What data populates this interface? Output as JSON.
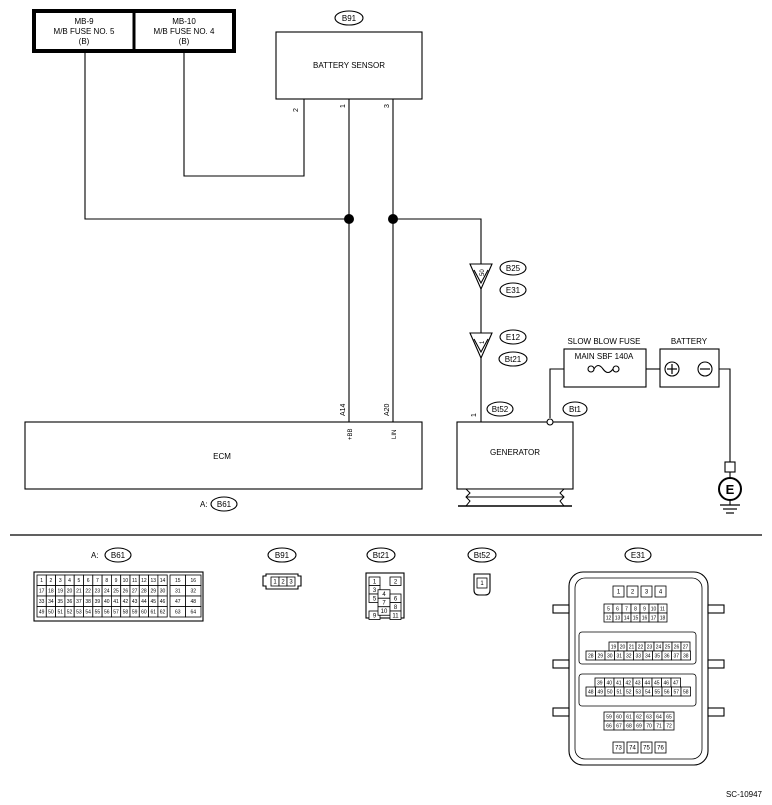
{
  "fuses": {
    "mb9": {
      "line1": "MB-9",
      "line2": "M/B FUSE NO. 5",
      "line3": "(B)"
    },
    "mb10": {
      "line1": "MB-10",
      "line2": "M/B FUSE NO. 4",
      "line3": "(B)"
    }
  },
  "battery_sensor": {
    "tag": "B91",
    "label": "BATTERY SENSOR",
    "pins": [
      "2",
      "1",
      "3"
    ]
  },
  "ecm": {
    "label": "ECM",
    "pin_a14": "A14",
    "pin_a20": "A20",
    "pin_bb": "+BB",
    "pin_lin": "LIN",
    "conn_prefix": "A:",
    "conn_tag": "B61"
  },
  "connectors_inline": {
    "b25": "B25",
    "e31": "E31",
    "e12": "E12",
    "bt21": "Bt21",
    "pin50": "50",
    "pin1": "1"
  },
  "generator": {
    "label": "GENERATOR",
    "pin1": "1",
    "tag_bt52": "Bt52",
    "tag_bt1": "Bt1"
  },
  "fuse_main": {
    "title": "SLOW BLOW FUSE",
    "label": "MAIN SBF  140A"
  },
  "battery": {
    "title": "BATTERY",
    "plus": "+",
    "minus": "−"
  },
  "ground": {
    "label": "E"
  },
  "conn_views": {
    "b61": {
      "prefix": "A:",
      "tag": "B61",
      "rows": [
        [
          "1",
          "2",
          "3",
          "4",
          "5",
          "6",
          "7",
          "8",
          "9",
          "10",
          "11",
          "12",
          "13",
          "14",
          "15",
          "16"
        ],
        [
          "17",
          "18",
          "19",
          "20",
          "21",
          "22",
          "23",
          "24",
          "25",
          "26",
          "27",
          "28",
          "29",
          "30",
          "31",
          "32"
        ],
        [
          "33",
          "34",
          "35",
          "36",
          "37",
          "38",
          "39",
          "40",
          "41",
          "42",
          "43",
          "44",
          "45",
          "46",
          "47",
          "48"
        ],
        [
          "49",
          "50",
          "51",
          "52",
          "53",
          "54",
          "55",
          "56",
          "57",
          "58",
          "59",
          "60",
          "61",
          "62",
          "63",
          "64"
        ]
      ]
    },
    "b91": {
      "tag": "B91",
      "pins": [
        "1",
        "2",
        "3"
      ]
    },
    "bt21": {
      "tag": "Bt21",
      "pins": [
        "1",
        "2",
        "3",
        "4",
        "5",
        "6",
        "7",
        "8",
        "9",
        "10",
        "11"
      ]
    },
    "bt52": {
      "tag": "Bt52",
      "pins": [
        "1"
      ]
    },
    "e31": {
      "tag": "E31",
      "rows": [
        [
          "1",
          "2",
          "3",
          "4"
        ],
        [
          "5",
          "6",
          "7",
          "8",
          "9",
          "10",
          "11"
        ],
        [
          "12",
          "13",
          "14",
          "15",
          "16",
          "17",
          "18"
        ],
        [
          "19",
          "20",
          "21",
          "22",
          "23",
          "24",
          "25",
          "26",
          "27"
        ],
        [
          "28",
          "29",
          "30",
          "31",
          "32",
          "33",
          "34",
          "35",
          "36",
          "37",
          "38"
        ],
        [
          "39",
          "40",
          "41",
          "42",
          "43",
          "44",
          "45",
          "46",
          "47"
        ],
        [
          "48",
          "49",
          "50",
          "51",
          "52",
          "53",
          "54",
          "55",
          "56",
          "57",
          "58"
        ],
        [
          "59",
          "60",
          "61",
          "62",
          "63",
          "64",
          "65"
        ],
        [
          "66",
          "67",
          "68",
          "69",
          "70",
          "71",
          "72"
        ],
        [
          "73",
          "74",
          "75",
          "76"
        ]
      ]
    }
  },
  "code": "SC-10947"
}
